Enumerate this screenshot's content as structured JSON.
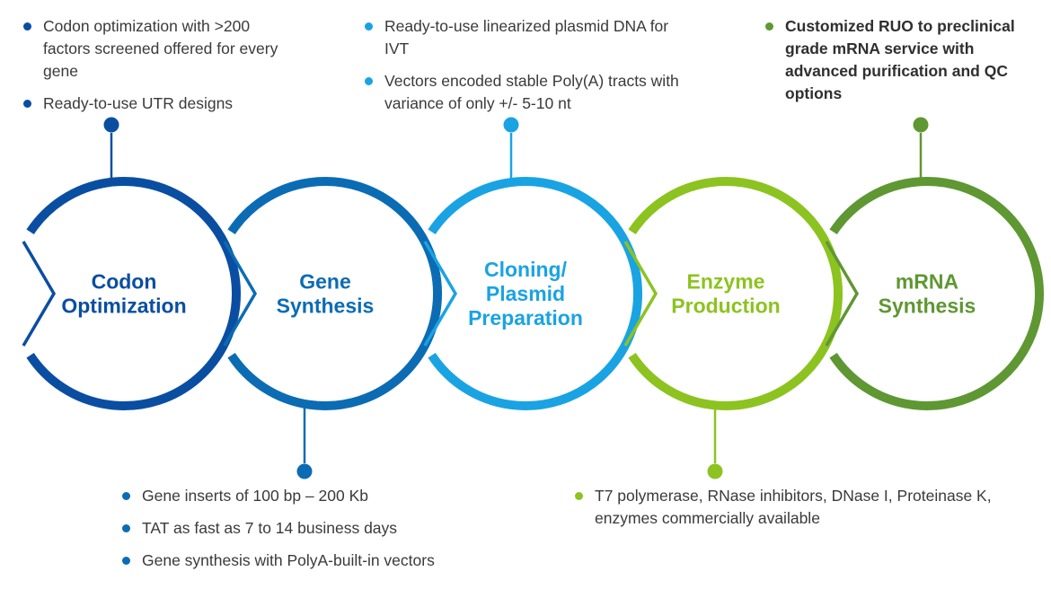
{
  "colors": {
    "codon": "#0a4ea2",
    "gene": "#0b6cb4",
    "cloning": "#1aa3e3",
    "enzyme": "#8cc320",
    "mrna": "#5f9733"
  },
  "steps": [
    {
      "key": "codon",
      "label_lines": [
        "Codon",
        "Optimization"
      ]
    },
    {
      "key": "gene",
      "label_lines": [
        "Gene",
        "Synthesis"
      ]
    },
    {
      "key": "cloning",
      "label_lines": [
        "Cloning/",
        "Plasmid",
        "Preparation"
      ]
    },
    {
      "key": "enzyme",
      "label_lines": [
        "Enzyme",
        "Production"
      ]
    },
    {
      "key": "mrna",
      "label_lines": [
        "mRNA",
        "Synthesis"
      ]
    }
  ],
  "notes": {
    "codon": [
      "Codon optimization with >200 factors screened offered for every gene",
      "Ready-to-use UTR designs"
    ],
    "cloning": [
      "Ready-to-use linearized plasmid DNA for IVT",
      "Vectors encoded stable Poly(A) tracts with variance of only +/- 5-10 nt"
    ],
    "mrna": [
      "Customized RUO to preclinical grade mRNA service with advanced purification and QC options"
    ],
    "gene": [
      "Gene inserts of 100 bp – 200 Kb",
      "TAT as fast as 7 to 14 business days",
      "Gene synthesis with PolyA-built-in vectors"
    ],
    "enzyme": [
      "T7 polymerase, RNase inhibitors, DNase I, Proteinase K, enzymes commercially available"
    ]
  }
}
